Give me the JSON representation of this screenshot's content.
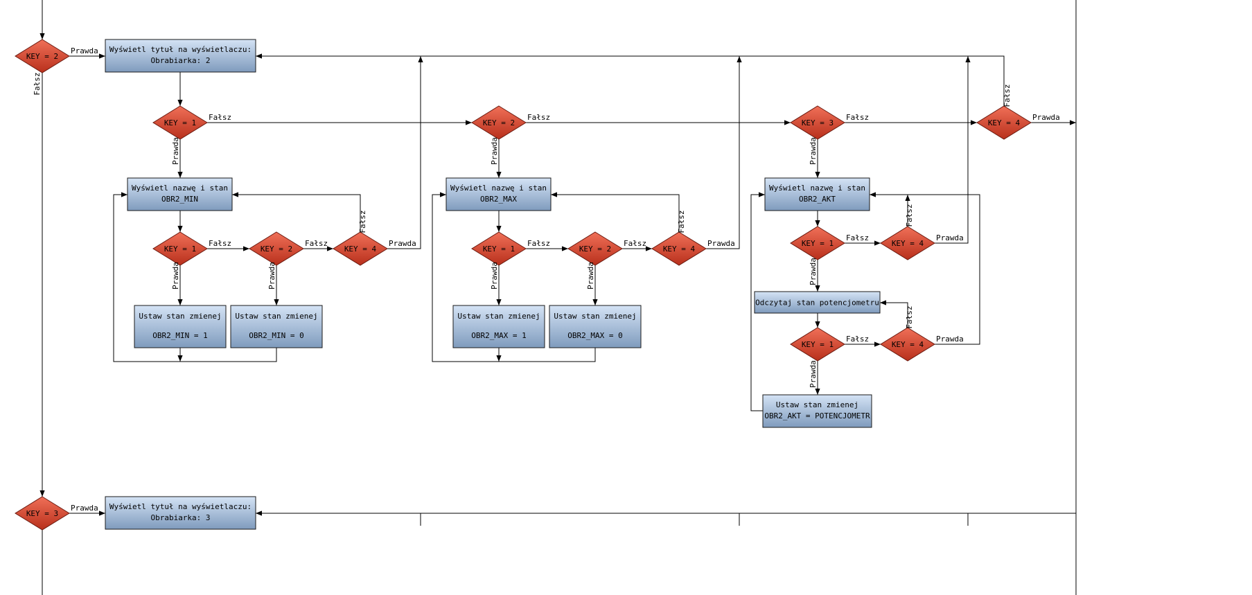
{
  "labels": {
    "true": "Prawda",
    "false": "Fałsz"
  },
  "decisions": {
    "key2_top": "KEY = 2",
    "key3_bottom": "KEY = 3",
    "s1_key1": "KEY = 1",
    "s2_key2": "KEY = 2",
    "s3_key3": "KEY = 3",
    "s4_key4": "KEY = 4",
    "min_key1": "KEY = 1",
    "min_key2": "KEY = 2",
    "min_key4": "KEY = 4",
    "max_key1": "KEY = 1",
    "max_key2": "KEY = 2",
    "max_key4": "KEY = 4",
    "akt_key1a": "KEY = 1",
    "akt_key4a": "KEY = 4",
    "akt_key1b": "KEY = 1",
    "akt_key4b": "KEY = 4"
  },
  "boxes": {
    "title_top": [
      "Wyświetl tytuł na wyświetlaczu:",
      "Obrabiarka: 2"
    ],
    "title_bottom": [
      "Wyświetl tytuł na wyświetlaczu:",
      "Obrabiarka: 3"
    ],
    "name_min": [
      "Wyświetl nazwę i stan",
      "OBR2_MIN"
    ],
    "name_max": [
      "Wyświetl nazwę i stan",
      "OBR2_MAX"
    ],
    "name_akt": [
      "Wyświetl nazwę i stan",
      "OBR2_AKT"
    ],
    "set_min1": [
      "Ustaw stan zmienej",
      "OBR2_MIN = 1"
    ],
    "set_min0": [
      "Ustaw stan zmienej",
      "OBR2_MIN = 0"
    ],
    "set_max1": [
      "Ustaw stan zmienej",
      "OBR2_MAX = 1"
    ],
    "set_max0": [
      "Ustaw stan zmienej",
      "OBR2_MAX = 0"
    ],
    "read_pot": [
      "Odczytaj stan potencjometru"
    ],
    "set_akt": [
      "Ustaw stan zmienej",
      "OBR2_AKT = POTENCJOMETR"
    ]
  }
}
